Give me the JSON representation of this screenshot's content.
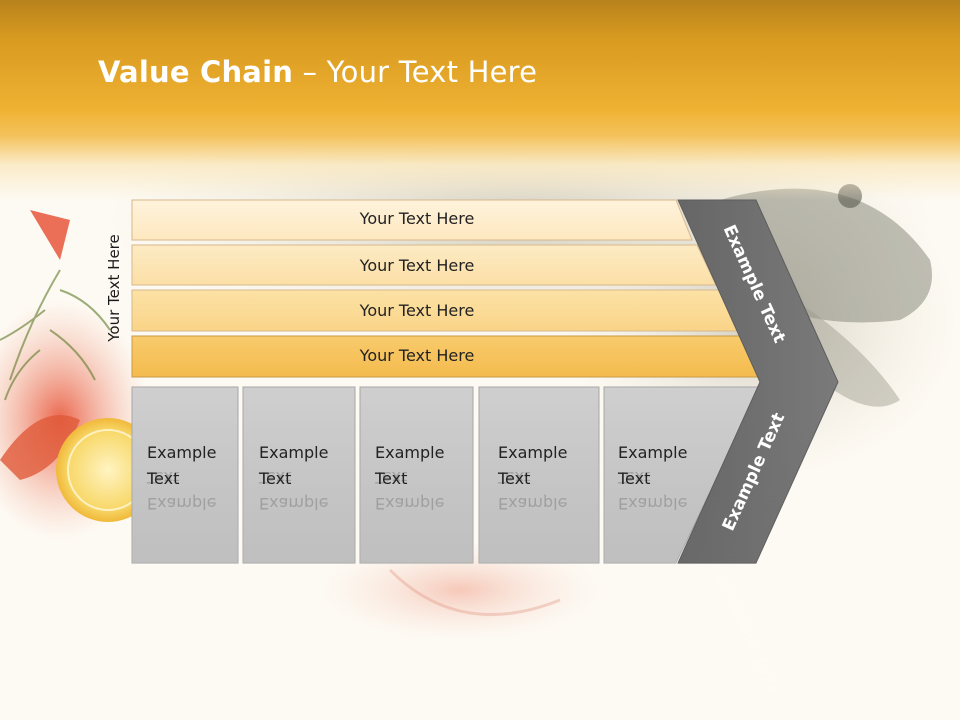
{
  "slide": {
    "title_bold": "Value Chain",
    "title_rest": " – Your Text Here",
    "side_label": "Your Text Here",
    "bars": [
      {
        "label": "Your Text Here"
      },
      {
        "label": "Your Text Here"
      },
      {
        "label": "Your Text Here"
      },
      {
        "label": "Your Text Here"
      }
    ],
    "columns": [
      {
        "line1": "Example",
        "line2": "Text"
      },
      {
        "line1": "Example",
        "line2": "Text"
      },
      {
        "line1": "Example",
        "line2": "Text"
      },
      {
        "line1": "Example",
        "line2": "Text"
      },
      {
        "line1": "Example",
        "line2": "Text"
      }
    ],
    "chevron_top_label": "Example Text",
    "chevron_bottom_label": "Example Text"
  },
  "colors": {
    "header_dark": "#b8821c",
    "header_light": "#f4c15a",
    "bar_pale": "#fdeccb",
    "bar_orange": "#f5bf58",
    "column_gray": "#c6c6c6",
    "chevron_gray": "#6f6f6f"
  }
}
